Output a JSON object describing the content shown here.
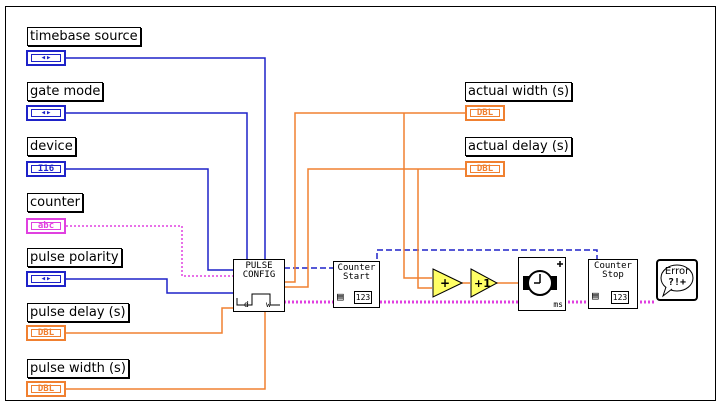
{
  "controls": {
    "timebase_source": {
      "label": "timebase source",
      "type": "enum"
    },
    "gate_mode": {
      "label": "gate mode",
      "type": "enum"
    },
    "device": {
      "label": "device",
      "type": "I16"
    },
    "counter": {
      "label": "counter",
      "type": "abc"
    },
    "pulse_polarity": {
      "label": "pulse polarity",
      "type": "enum"
    },
    "pulse_delay": {
      "label": "pulse delay (s)",
      "type": "DBL"
    },
    "pulse_width": {
      "label": "pulse width (s)",
      "type": "DBL"
    }
  },
  "indicators": {
    "actual_width": {
      "label": "actual width (s)",
      "type": "DBL"
    },
    "actual_delay": {
      "label": "actual delay (s)",
      "type": "DBL"
    }
  },
  "nodes": {
    "pulse_config": {
      "line1": "PULSE",
      "line2": "CONFIG",
      "d": "d",
      "w": "w"
    },
    "counter_start": {
      "line1": "Counter",
      "line2": "Start",
      "num": "123"
    },
    "counter_stop": {
      "line1": "Counter",
      "line2": "Stop",
      "num": "123"
    },
    "add": {
      "sym": "+"
    },
    "increment": {
      "sym": "+1"
    },
    "wait_ms": {
      "unit": "ms"
    },
    "error_handler": {
      "line1": "Error",
      "line2": "?!+"
    }
  },
  "colors": {
    "enum_wire": "#1e22c8",
    "string_wire": "#e040e0",
    "dbl_wire": "#f08030",
    "compare_fill": "#ffff66"
  }
}
